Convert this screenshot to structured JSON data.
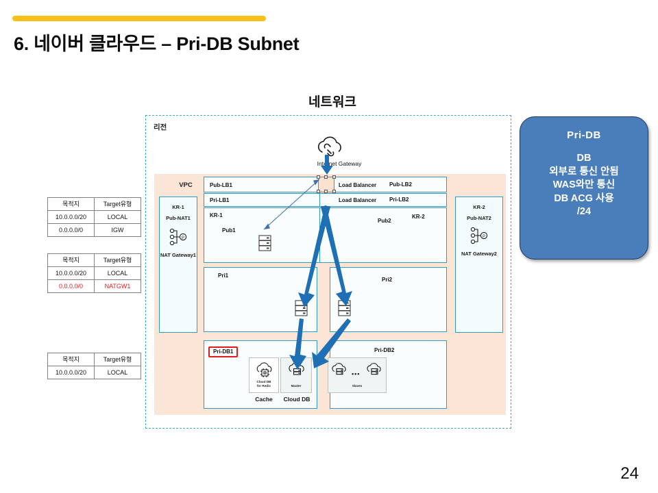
{
  "slide": {
    "title": "6. 네이버 클라우드 – Pri-DB Subnet",
    "page_number": "24",
    "accent_bar_color": "#F7C11A"
  },
  "diagram": {
    "heading": "네트워크",
    "region_label": "리전",
    "vpc_label": "VPC",
    "internet_gateway_label": "Internet Gateway",
    "internet_gateway_icon": "cloud-link-icon",
    "nat_left": {
      "zone": "KR-1",
      "subnet": "Pub-NAT1",
      "name": "NAT Gateway1",
      "icon": "nat-gateway-icon"
    },
    "nat_right": {
      "zone": "KR-2",
      "subnet": "Pub-NAT2",
      "name": "NAT Gateway2",
      "icon": "nat-gateway-icon"
    },
    "lb_rows": [
      {
        "left_label": "Pub-LB1",
        "type": "Load Balancer",
        "right_label": "Pub-LB2"
      },
      {
        "left_label": "Pri-LB1",
        "type": "Load Balancer",
        "right_label": "Pri-LB2"
      }
    ],
    "pub_zone_left": {
      "zone": "KR-1",
      "subnet": "Pub1",
      "icon": "server-icon"
    },
    "pub_zone_right": {
      "zone": "KR-2",
      "subnet": "Pub2"
    },
    "pri_zones": [
      {
        "subnet": "Pri1",
        "icon": "server-icon"
      },
      {
        "subnet": "Pri2",
        "icon": "server-icon"
      }
    ],
    "db_zones": [
      {
        "subnet": "Pri-DB1",
        "highlighted": true,
        "highlight_color": "#E01B1B"
      },
      {
        "subnet": "Pri-DB2",
        "highlighted": false
      }
    ],
    "db_cards": [
      {
        "icon": "cloud-db-redis-icon",
        "caption": "Cloud DB\nfor Redis",
        "footer": "Cache"
      },
      {
        "icon": "cloud-db-icon",
        "caption": "Master",
        "footer": "Cloud DB"
      },
      {
        "icon": "cloud-db-icon",
        "caption": "Slaves",
        "footer": "",
        "ellipsis": "•••"
      }
    ]
  },
  "route_tables": [
    {
      "headers": [
        "목적지",
        "Target유형"
      ],
      "rows": [
        {
          "dest": "10.0.0.0/20",
          "target": "LOCAL",
          "red": false
        },
        {
          "dest": "0.0.0.0/0",
          "target": "IGW",
          "red": false
        }
      ]
    },
    {
      "headers": [
        "목적지",
        "Target유형"
      ],
      "rows": [
        {
          "dest": "10.0.0.0/20",
          "target": "LOCAL",
          "red": false
        },
        {
          "dest": "0.0.0.0/0",
          "target": "NATGW1",
          "red": true
        }
      ]
    },
    {
      "headers": [
        "목적지",
        "Target유형"
      ],
      "rows": [
        {
          "dest": "10.0.0.0/20",
          "target": "LOCAL",
          "red": false
        }
      ]
    }
  ],
  "callout": {
    "title": "Pri-DB",
    "body": "DB\n외부로 통신 안됨\nWAS와만 통신\nDB ACG 사용\n/24",
    "fill_color": "#4A7EBB",
    "border_color": "#1F3864"
  }
}
